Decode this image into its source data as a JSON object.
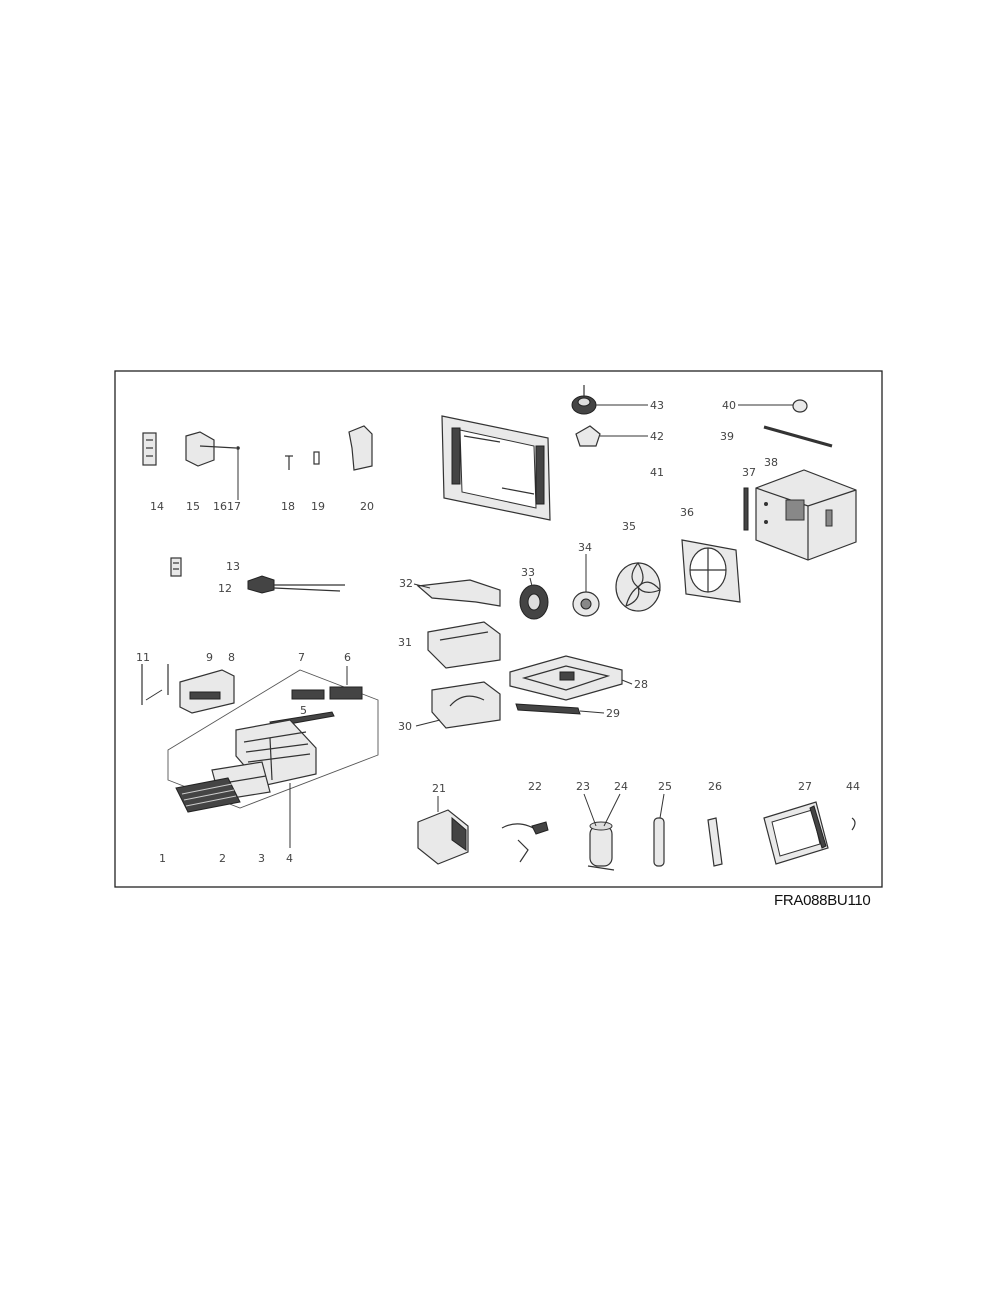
{
  "diagram": {
    "model_code": "FRA088BU110",
    "labels": {
      "l1": "1",
      "l2": "2",
      "l3": "3",
      "l4": "4",
      "l5": "5",
      "l7": "7",
      "l8": "8",
      "l6": "6",
      "l9": "9",
      "l11": "11",
      "l12": "12",
      "l13": "13",
      "l14": "14",
      "l15": "15",
      "l1617": "1617",
      "l18": "18",
      "l19": "19",
      "l20": "20",
      "l21": "21",
      "l22": "22",
      "l23": "23",
      "l24": "24",
      "l25": "25",
      "l26": "26",
      "l27": "27",
      "l28": "28",
      "l29": "29",
      "l30": "30",
      "l31": "31",
      "l32": "32",
      "l33": "33",
      "l34": "34",
      "l35": "35",
      "l36": "36",
      "l37": "37",
      "l38": "38",
      "l39": "39",
      "l40": "40",
      "l41": "41",
      "l42": "42",
      "l43": "43",
      "l44": "44"
    }
  }
}
